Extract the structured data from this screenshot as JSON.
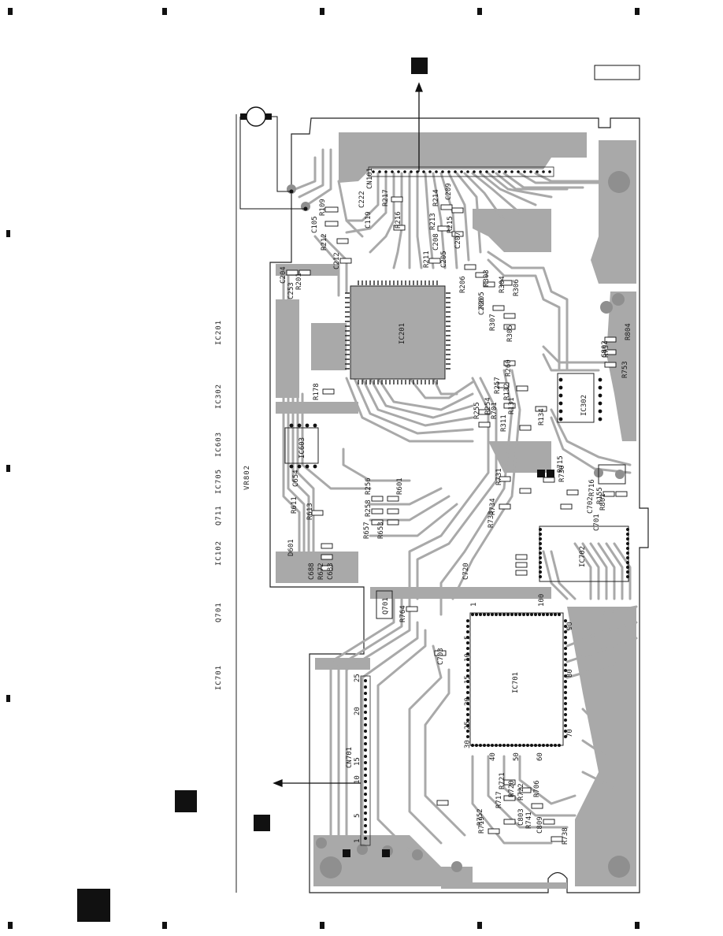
{
  "side_legend": [
    "IC201",
    "IC302",
    "IC603",
    "IC705",
    "Q711",
    "IC102",
    "Q701",
    "IC701"
  ],
  "board_label": "VR802",
  "ic_labels": {
    "ic201": "IC201",
    "ic701": "IC701",
    "ic302": "IC302",
    "ic603": "IC603",
    "ic702": "IC702",
    "q701": "Q701"
  },
  "connectors": {
    "cn101": "CN101",
    "cn701": "CN701",
    "cn701_pins": [
      "1",
      "5",
      "10",
      "15",
      "20",
      "25"
    ]
  },
  "components": [
    "R109",
    "C105",
    "R212",
    "C212",
    "C204",
    "C253",
    "R201",
    "R217",
    "C222",
    "C119",
    "R216",
    "R214",
    "C209",
    "R213",
    "C208",
    "R215",
    "C207",
    "R211",
    "C205",
    "R206",
    "R303",
    "R304",
    "R205",
    "R306",
    "C206",
    "R307",
    "R305",
    "R260",
    "R257",
    "R132",
    "R131",
    "R254",
    "R701",
    "R255",
    "R311",
    "R134",
    "R178",
    "C654",
    "R613",
    "R611",
    "D601",
    "C688",
    "R672",
    "C683",
    "R256",
    "R601",
    "R258",
    "R657",
    "R653",
    "R731",
    "R734",
    "R733",
    "C720",
    "R764",
    "C703",
    "C702",
    "C701",
    "R801",
    "C802",
    "R804",
    "R753",
    "R715",
    "R716",
    "R717",
    "R719",
    "R721",
    "R720",
    "R722",
    "R706",
    "C803",
    "R741",
    "C809",
    "R738",
    "R752",
    "R754",
    "R155",
    "R730"
  ],
  "pin_numbers": [
    "1",
    "5",
    "10",
    "15",
    "20",
    "25",
    "30",
    "40",
    "50",
    "60",
    "70",
    "80",
    "90",
    "100"
  ],
  "colors": {
    "copper": "#a9a9a9",
    "copper_dark": "#8f8f8f",
    "board_line": "#222222",
    "marker": "#111111"
  }
}
